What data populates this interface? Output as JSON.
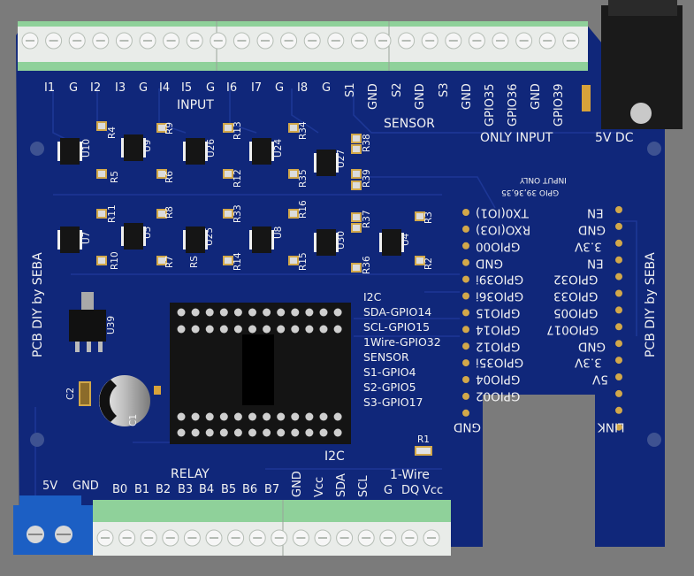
{
  "top_pins": [
    "I1",
    "G",
    "I2",
    "I3",
    "G",
    "I4",
    "I5",
    "G",
    "I6",
    "I7",
    "G",
    "I8",
    "G",
    "S1",
    "GND",
    "S2",
    "GND",
    "S3",
    "GND",
    "GPIO35",
    "GPIO36",
    "GND",
    "GPIO39"
  ],
  "group_labels": {
    "input": "INPUT",
    "sensor": "SENSOR",
    "only_input": "ONLY INPUT",
    "dc": "5V DC",
    "relay": "RELAY",
    "i2c": "I2C",
    "onewire": "1-Wire"
  },
  "side_title": "PCB DIY by SEBA",
  "input_only_note": {
    "line1": "INPUT ONLY",
    "line2": "GPIO 39,36,35"
  },
  "esp_left_pins": [
    "TX0(IO1)",
    "RXO(IO3)",
    "GPIO00",
    "GND",
    "GPIO39i",
    "GPIO36i",
    "GPIO15",
    "GPIO14",
    "GPIO12",
    "GPIO35i",
    "GPIO04",
    "GPIO02",
    "GND"
  ],
  "esp_right_pins": [
    "EN",
    "GND",
    "3.3V",
    "EN",
    "GPIO32",
    "GPIO33",
    "GPIO05",
    "GPIO017",
    "GND",
    "3.3V",
    "5V",
    "LINK"
  ],
  "pin_map": [
    "I2C",
    "SDA-GPIO14",
    "SCL-GPIO15",
    "1Wire-GPIO32",
    "SENSOR",
    "S1-GPIO4",
    "S2-GPIO5",
    "S3-GPIO17"
  ],
  "bottom": {
    "power": [
      "5V",
      "GND"
    ],
    "relay": [
      "B0",
      "B1",
      "B2",
      "B3",
      "B4",
      "B5",
      "B6",
      "B7"
    ],
    "i2c": [
      "GND",
      "Vcc",
      "SDA",
      "SCL"
    ],
    "onewire": [
      "G",
      "DQ",
      "Vcc"
    ]
  },
  "components": {
    "u10": "U10",
    "u9": "U9",
    "u26": "U26",
    "u24": "U24",
    "u27": "U27",
    "u7": "U7",
    "u5": "U5",
    "u25": "U25",
    "u8": "U8",
    "u30": "U30",
    "u4": "U4",
    "u39": "U39",
    "c2": "C2",
    "c1": "C1",
    "r4": "R4",
    "r9": "R9",
    "r13": "R13",
    "r34": "R34",
    "r38": "R38",
    "r5": "R5",
    "r6": "R6",
    "r12": "R12",
    "r35": "R35",
    "r39": "R39",
    "r11": "R11",
    "r8": "R8",
    "r33": "R33",
    "r16": "R16",
    "r37": "R37",
    "r3": "R3",
    "r10": "R10",
    "r7": "R7",
    "rs": "RS",
    "r14": "R14",
    "r15": "R15",
    "r36": "R36",
    "r2": "R2",
    "r1": "R1"
  },
  "colors": {
    "board": "#10277a",
    "terminal": "#e9ece9",
    "terminal_teeth": "#8fd19a",
    "jack": "#1a1a1a",
    "blue_terminal": "#1c5fc4",
    "silk": "#f2f2f2",
    "pad": "#d2a84a"
  }
}
